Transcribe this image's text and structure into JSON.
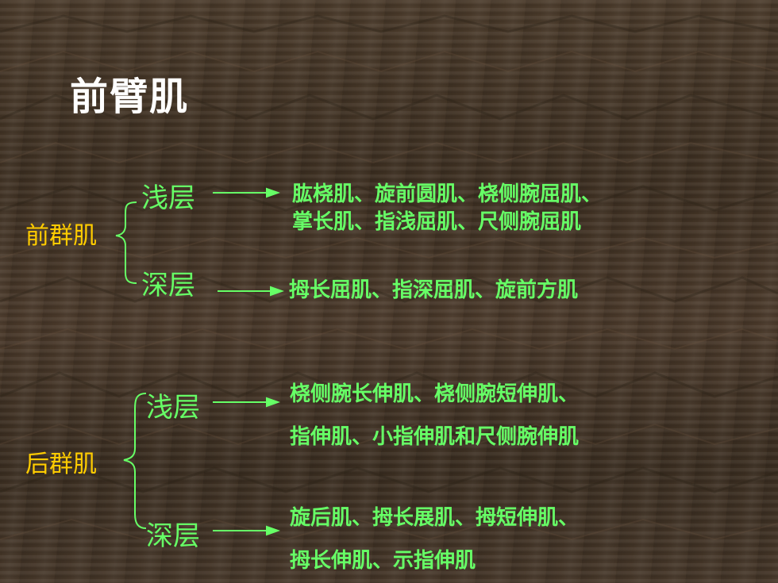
{
  "title": "前臂肌",
  "front": {
    "label": "前群肌",
    "superficial": {
      "label": "浅层",
      "lines": [
        "肱桡肌、旋前圆肌、桡侧腕屈肌、",
        "掌长肌、指浅屈肌、尺侧腕屈肌"
      ]
    },
    "deep": {
      "label": "深层",
      "lines": [
        "拇长屈肌、指深屈肌、旋前方肌"
      ]
    }
  },
  "back": {
    "label": "后群肌",
    "superficial": {
      "label": "浅层",
      "lines": [
        "桡侧腕长伸肌、桡侧腕短伸肌、",
        "指伸肌、小指伸肌和尺侧腕伸肌"
      ]
    },
    "deep": {
      "label": "深层",
      "lines": [
        "旋后肌、拇长展肌、拇短伸肌、",
        "拇长伸肌、示指伸肌"
      ]
    }
  },
  "colors": {
    "title": "#ffffff",
    "group_label": "#ffcc00",
    "text": "#66ff66",
    "background": "#45362a"
  }
}
